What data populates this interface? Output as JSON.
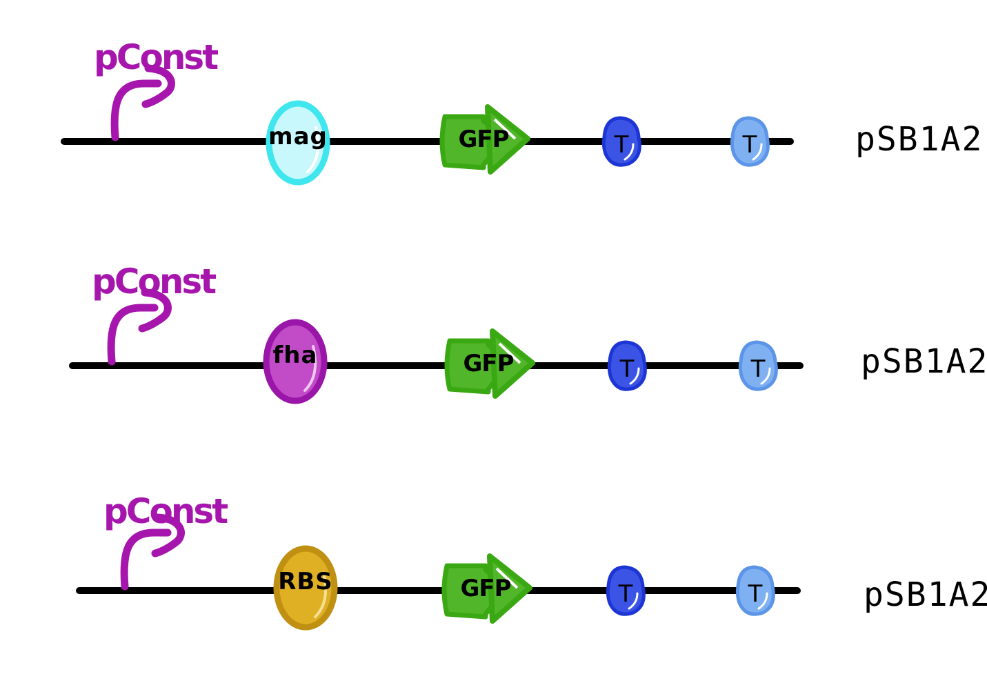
{
  "constructs": [
    {
      "promoter_label": "pConst",
      "part": {
        "label": "mag",
        "fill": "#c8f8fb",
        "stroke": "#3fe6ee",
        "highlight": "#ffffff"
      },
      "reporter_label": "GFP",
      "terminator1_label": "T",
      "terminator2_label": "T",
      "backbone_label": "pSB1A2"
    },
    {
      "promoter_label": "pConst",
      "part": {
        "label": "fha",
        "fill": "#c24bc8",
        "stroke": "#9a16a8",
        "highlight": "#f0c6f2"
      },
      "reporter_label": "GFP",
      "terminator1_label": "T",
      "terminator2_label": "T",
      "backbone_label": "pSB1A2"
    },
    {
      "promoter_label": "pConst",
      "part": {
        "label": "RBS",
        "fill": "#e0b024",
        "stroke": "#c09012",
        "highlight": "#f6df94"
      },
      "reporter_label": "GFP",
      "terminator1_label": "T",
      "terminator2_label": "T",
      "backbone_label": "pSB1A2"
    }
  ],
  "colors": {
    "backbone_line": "#000000",
    "promoter": "#a616ad",
    "gfp_fill": "#52b62a",
    "gfp_stroke": "#3aa812",
    "terminator1_fill": "#3b54e6",
    "terminator1_stroke": "#1c35d4",
    "terminator2_fill": "#7fb1f2",
    "terminator2_stroke": "#5c95e8"
  }
}
